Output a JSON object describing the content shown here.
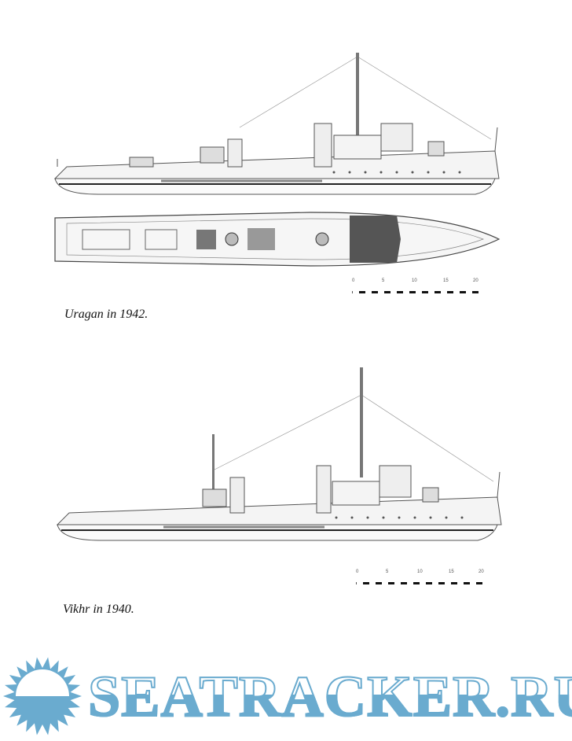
{
  "figures": [
    {
      "caption": "Uragan in 1942.",
      "views": [
        "side",
        "top"
      ],
      "scale_labels": [
        "0",
        "5",
        "10",
        "15",
        "20"
      ]
    },
    {
      "caption": "Vikhr in 1940.",
      "views": [
        "side"
      ],
      "scale_labels": [
        "0",
        "5",
        "10",
        "15",
        "20"
      ]
    }
  ],
  "watermark": {
    "text": "SEATRACKER.RU",
    "color": "#6aabcf"
  }
}
